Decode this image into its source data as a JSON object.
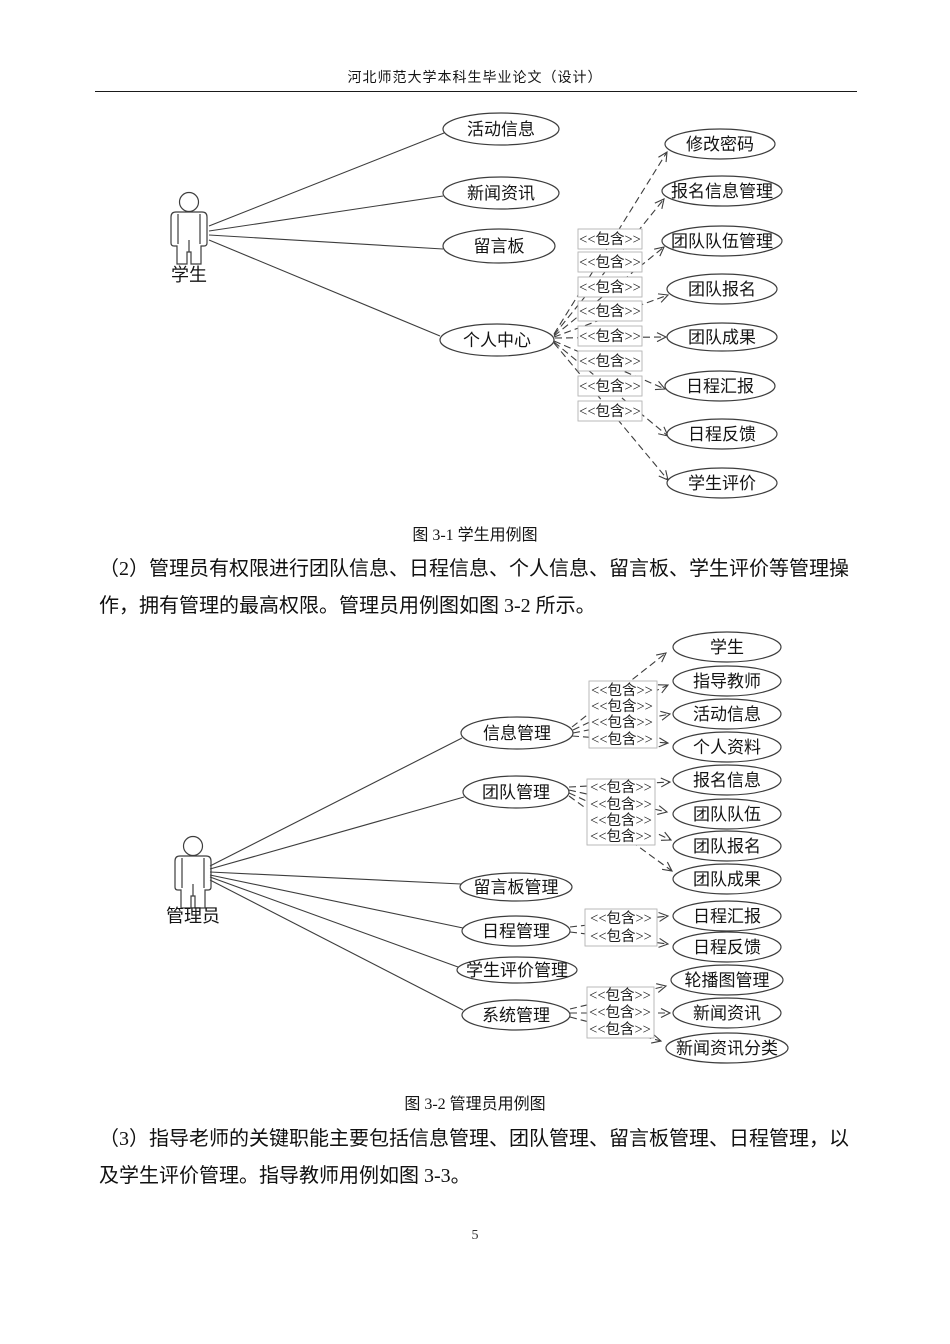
{
  "page": {
    "header_title": "河北师范大学本科生毕业论文（设计）",
    "page_number": "5"
  },
  "diagram_common": {
    "include_label": "<<包含>>"
  },
  "figure1": {
    "caption": "图 3-1 学生用例图",
    "actor_label": "学生",
    "actor_usecases": [
      "活动信息",
      "新闻资讯",
      "留言板",
      "个人中心"
    ],
    "included_usecases": [
      "修改密码",
      "报名信息管理",
      "团队队伍管理",
      "团队报名",
      "团队成果",
      "日程汇报",
      "日程反馈",
      "学生评价"
    ]
  },
  "paragraph2": {
    "lines": [
      "（2）管理员有权限进行团队信息、日程信息、个人信息、留言板、学生评价等管理操",
      "作，拥有管理的最高权限。管理员用例图如图 3-2 所示。"
    ]
  },
  "figure2": {
    "caption": "图 3-2 管理员用例图",
    "actor_label": "管理员",
    "actor_usecases": [
      "信息管理",
      "团队管理",
      "留言板管理",
      "日程管理",
      "学生评价管理",
      "系统管理"
    ],
    "included_usecases": [
      "学生",
      "指导教师",
      "活动信息",
      "个人资料",
      "报名信息",
      "团队队伍",
      "团队报名",
      "团队成果",
      "日程汇报",
      "日程反馈",
      "轮播图管理",
      "新闻资讯",
      "新闻资讯分类"
    ]
  },
  "paragraph3": {
    "lines": [
      "（3）指导老师的关键职能主要包括信息管理、团队管理、留言板管理、日程管理，以",
      "及学生评价管理。指导教师用例如图 3-3。"
    ]
  }
}
